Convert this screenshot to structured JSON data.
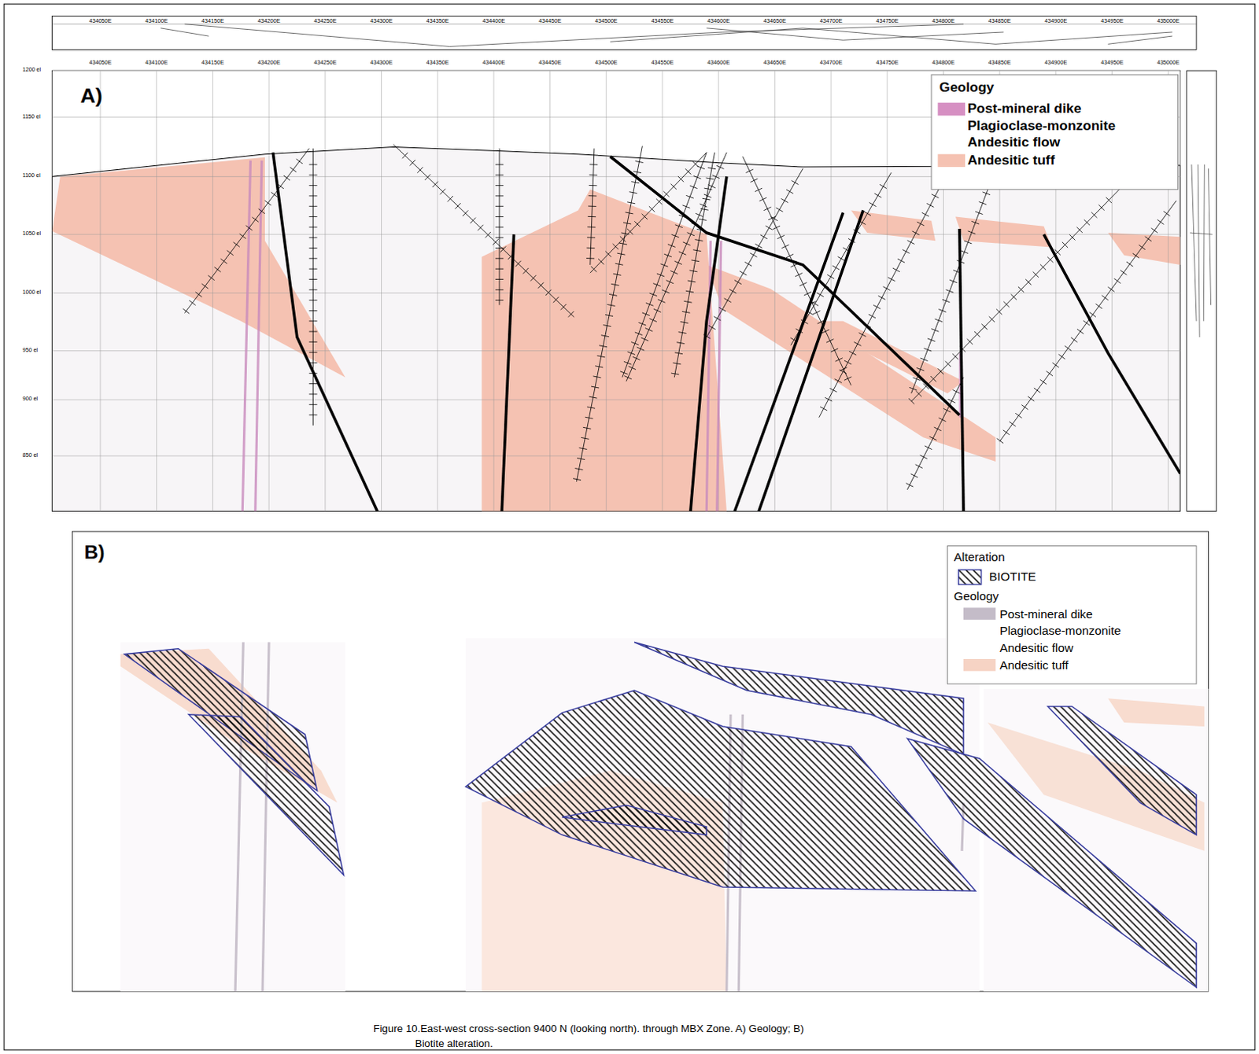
{
  "diagram": {
    "caption": "Figure 10.East-west cross-section 9400 N (looking north). through MBX Zone. A) Geology; B) Biotite alteration.",
    "labels": [
      "A)",
      "434050E",
      "434100E",
      "434150E",
      "434200E",
      "434250E",
      "434300E",
      "434350E",
      "434400E",
      "434450E",
      "434500E",
      "434550E",
      "434600E",
      "434650E",
      "434700E",
      "434750E",
      "434800E",
      "434850E",
      "434900E",
      "434950E",
      "435000E",
      "434050E",
      "434100E",
      "434150E",
      "434200E",
      "434250E",
      "434300E",
      "434350E",
      "434400E",
      "434450E",
      "434500E",
      "434550E",
      "434600E",
      "434650E",
      "434700E",
      "434750E",
      "434800E",
      "434850E",
      "434900E",
      "434950E",
      "435000E",
      "1200 el",
      "1150 el",
      "1100 el",
      "1050 el",
      "1000 el",
      "950 el",
      "900 el",
      "850 el",
      "B)",
      "Geology",
      "Alteration",
      "Geology"
    ],
    "legend": [
      {
        "text": "Post-mineral dike",
        "color": "#d68fc2"
      },
      {
        "text": "Plagioclase-monzonite"
      },
      {
        "text": "Andesitic flow"
      },
      {
        "text": "Andesitic tuff",
        "color": "#f5c2b2"
      },
      {
        "text": "BIOTITE"
      },
      {
        "text": "Post-mineral dike",
        "color": "#c4bcc8"
      },
      {
        "text": "Plagioclase-monzonite"
      },
      {
        "text": "Andesitic flow"
      },
      {
        "text": "Andesitic tuff",
        "color": "#f6d3c4"
      }
    ]
  }
}
